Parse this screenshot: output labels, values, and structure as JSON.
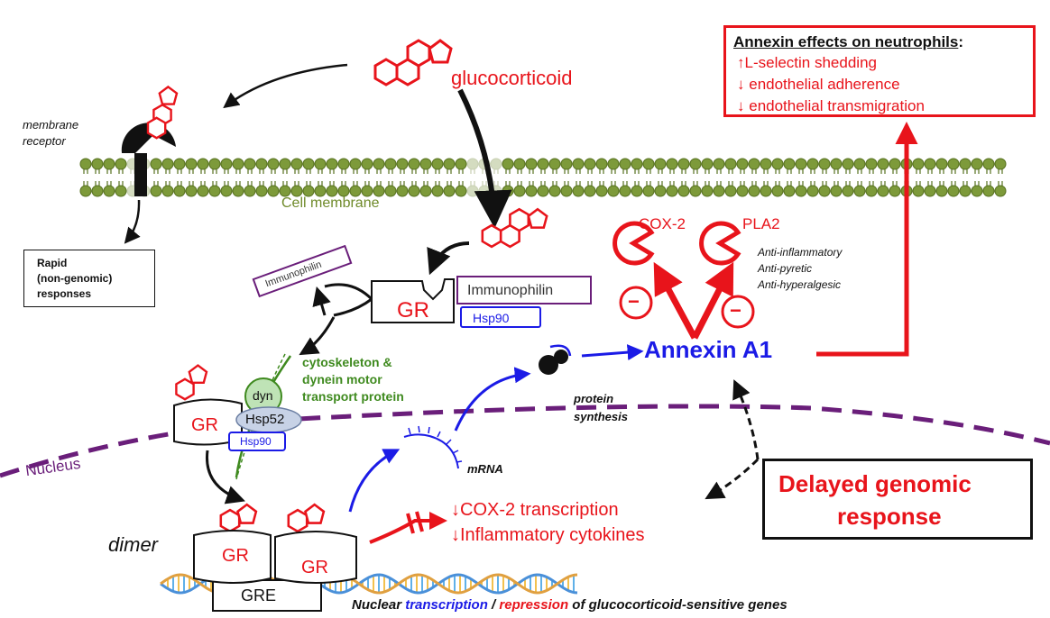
{
  "labels": {
    "glucocorticoid": "glucocorticoid",
    "membrane_receptor_1": "membrane",
    "membrane_receptor_2": "receptor",
    "cell_membrane": "Cell membrane",
    "rapid_1": "Rapid",
    "rapid_2": "(non-genomic)",
    "rapid_3": "responses",
    "immunophilin_tag": "Immunophilin",
    "immunophilin": "Immunophilin",
    "gr": "GR",
    "hsp90": "Hsp90",
    "cyto_1": "cytoskeleton &",
    "cyto_2": "dynein motor",
    "cyto_3": "transport protein",
    "dyn": "dyn",
    "hsp52": "Hsp52",
    "nucleus": "Nucleus",
    "dimer": "dimer",
    "gre": "GRE",
    "mrna": "mRNA",
    "protein_1": "protein",
    "protein_2": "synthesis",
    "annexin": "Annexin A1",
    "cox2": "COX-2",
    "pla2": "PLA2",
    "anti_1": "Anti-inflammatory",
    "anti_2": "Anti-pyretic",
    "anti_3": "Anti-hyperalgesic",
    "minus": "−",
    "cox2_transcription": "COX-2 transcription",
    "inflammatory": "Inflammatory cytokines",
    "delayed_1": "Delayed genomic",
    "delayed_2": "response",
    "footer_1": "Nuclear ",
    "footer_2": "transcription",
    "footer_3": " / ",
    "footer_4": "repression",
    "footer_5": " of glucocorticoid-sensitive genes"
  },
  "annexin_effects": {
    "title": "Annexin effects on neutrophils",
    "title_colon": ":",
    "items": [
      {
        "arrow": "↑",
        "text": "L-selectin shedding"
      },
      {
        "arrow": "↓",
        "text": "endothelial adherence"
      },
      {
        "arrow": "↓",
        "text": "endothelial transmigration"
      }
    ]
  },
  "down_arrow": "↓",
  "colors": {
    "red": "#e8141b",
    "membrane_green": "#7d9a3a",
    "nucleus_purple": "#6a1e7a",
    "transcription_blue": "#1b1be6",
    "cytoskeleton_green": "#3f8a1f"
  }
}
